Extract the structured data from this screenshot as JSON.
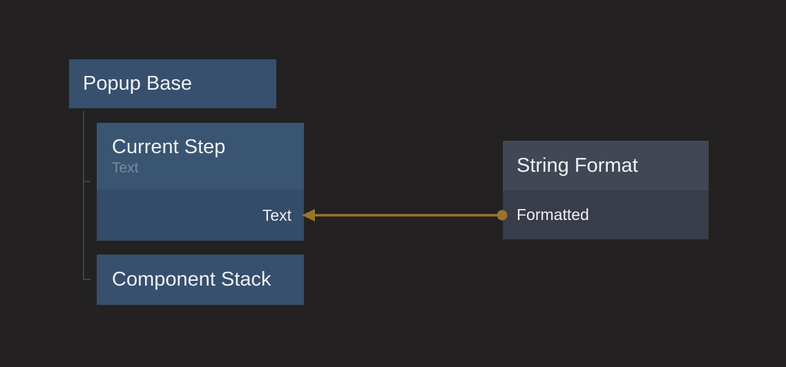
{
  "canvas": {
    "background": "#232121",
    "tree_line_color": "#424242"
  },
  "nodes": {
    "popup_base": {
      "title": "Popup Base",
      "color": "#36506e"
    },
    "current_step": {
      "title": "Current Step",
      "subtitle": "Text",
      "header_color": "#395572",
      "body_color": "#334c68",
      "input_port": {
        "label": "Text",
        "side": "right"
      }
    },
    "component_stack": {
      "title": "Component Stack",
      "color": "#36506e"
    },
    "string_format": {
      "title": "String Format",
      "header_color": "#424755",
      "body_color": "#393d49",
      "output_port": {
        "label": "Formatted",
        "side": "left"
      }
    }
  },
  "connection": {
    "from_node": "String Format",
    "from_port": "Formatted",
    "to_node": "Current Step",
    "to_port": "Text",
    "color": "#9b742b"
  }
}
